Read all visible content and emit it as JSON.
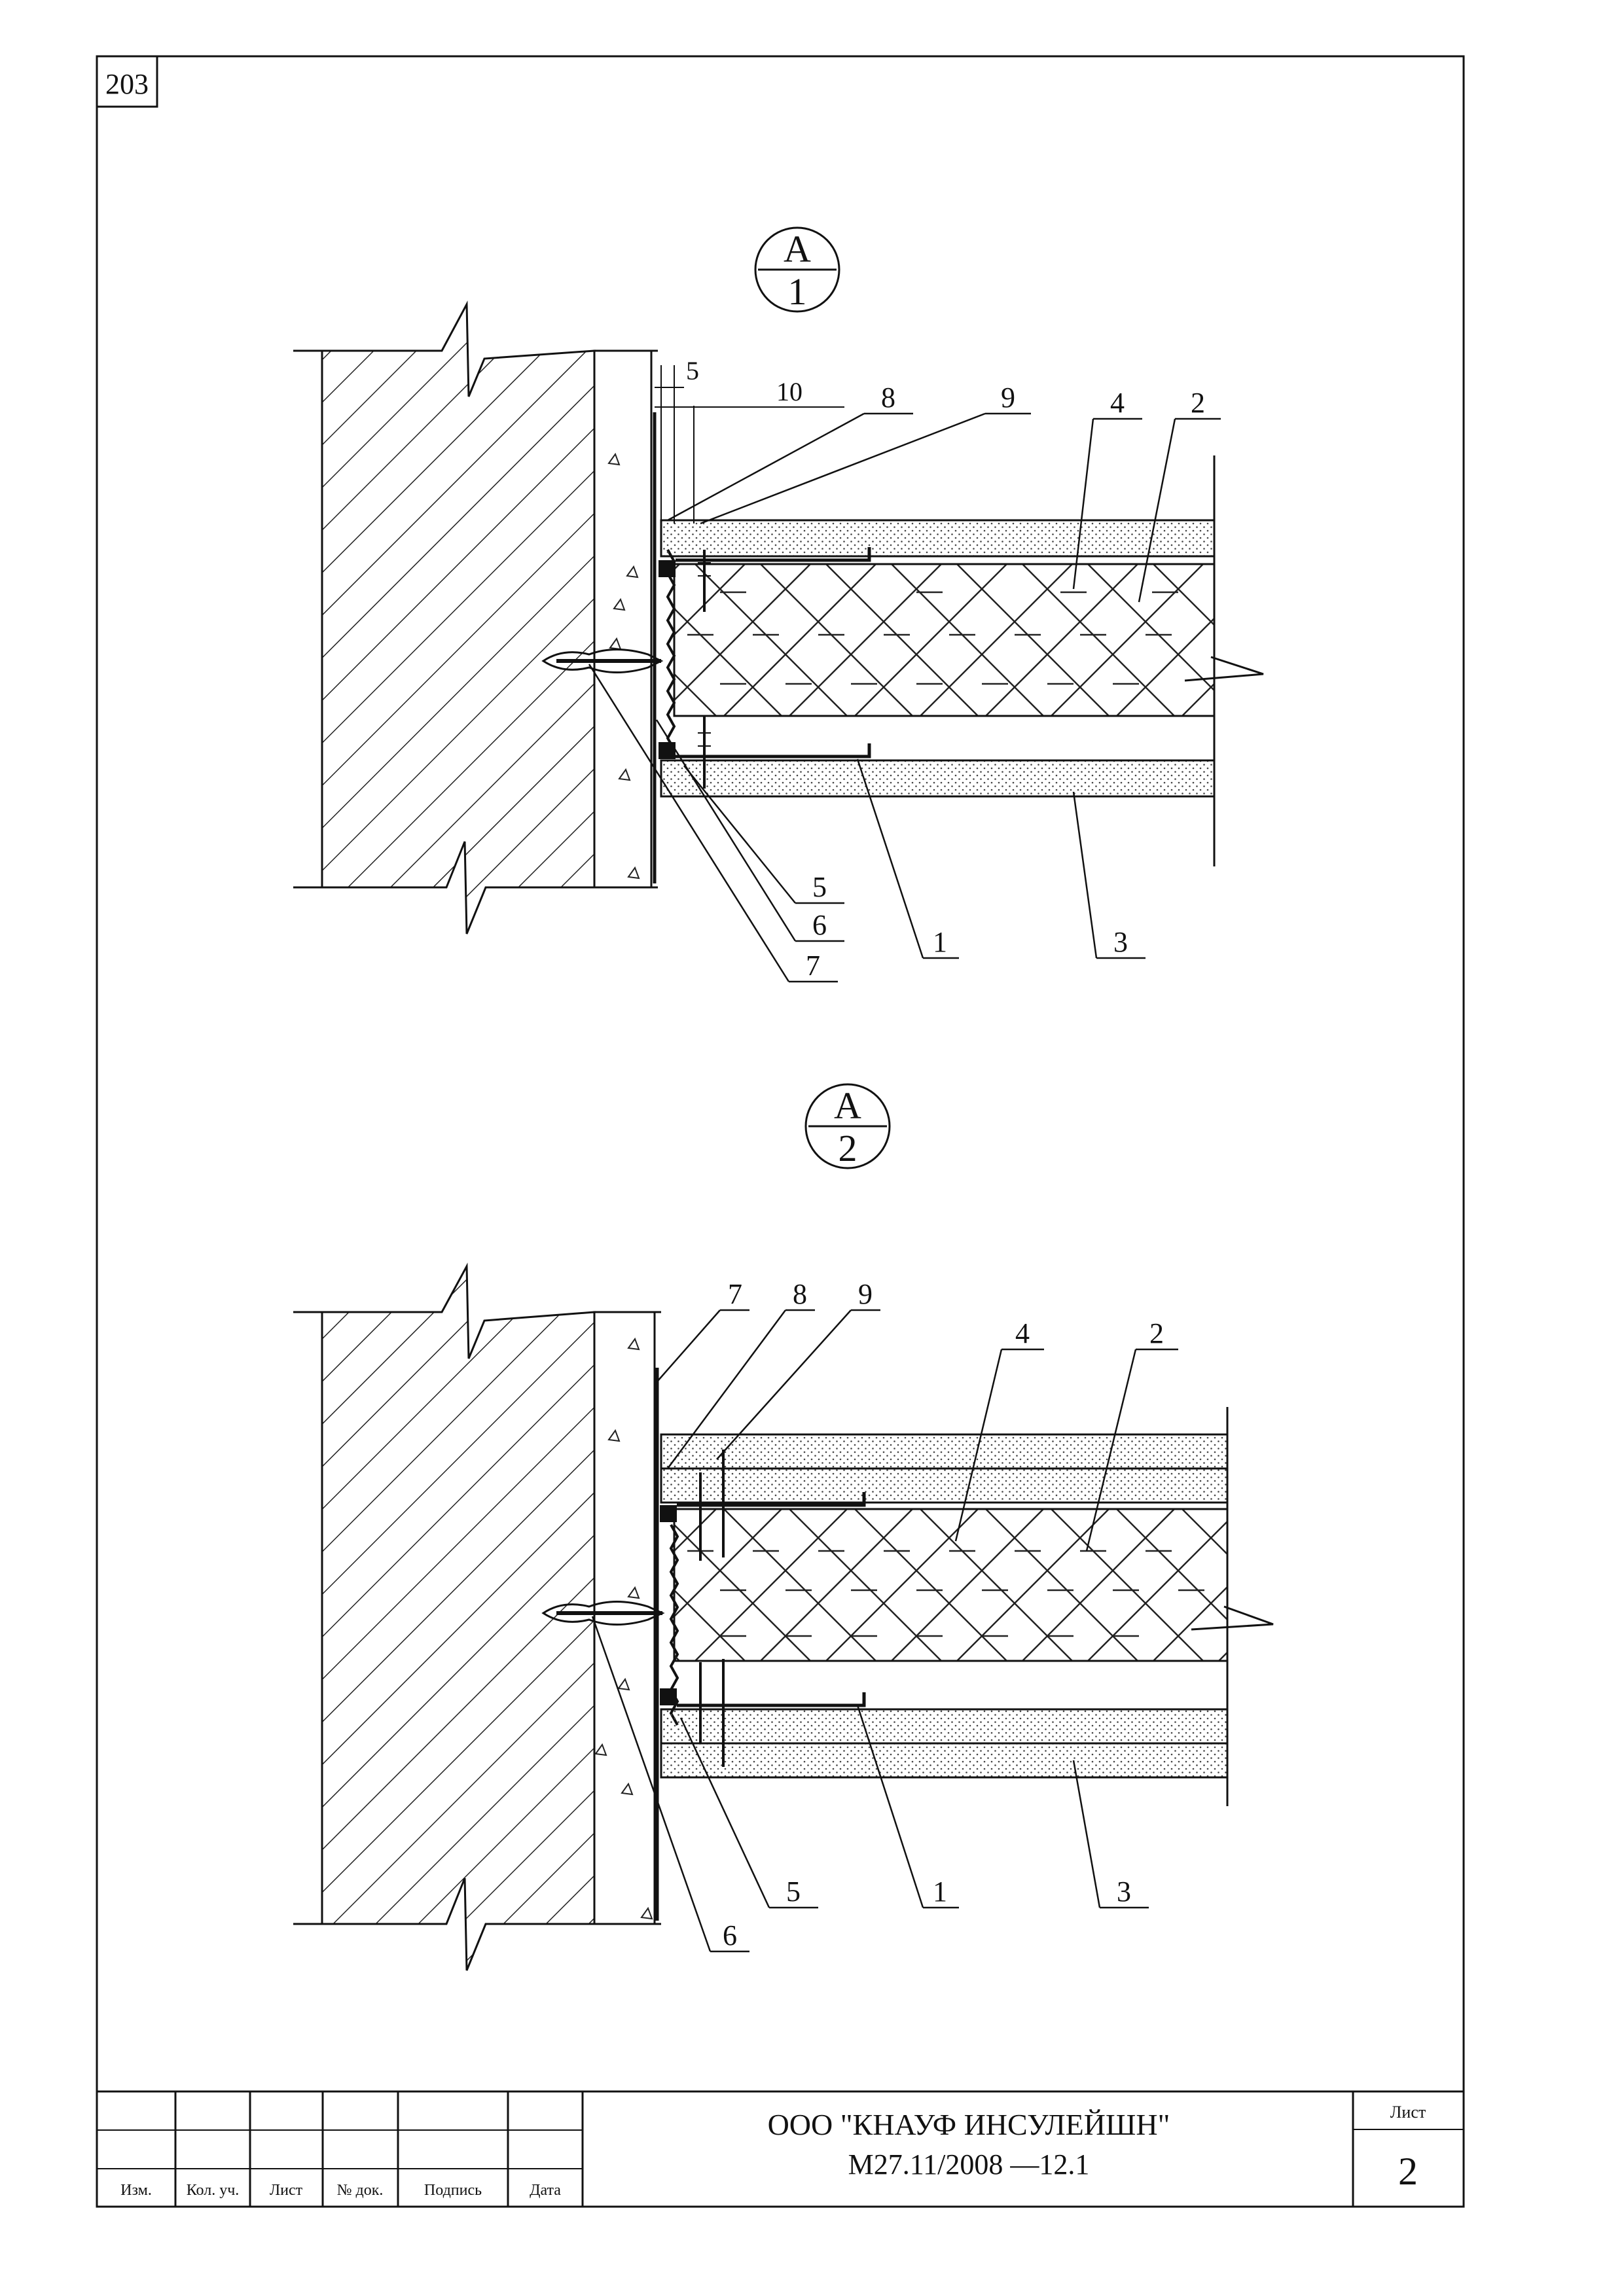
{
  "sheet_number_corner": "203",
  "detail_1": {
    "marker_letter": "A",
    "marker_number": "1",
    "dimension_labels": [
      "5",
      "10"
    ],
    "callouts": [
      "8",
      "9",
      "4",
      "2",
      "5",
      "6",
      "7",
      "1",
      "3"
    ]
  },
  "detail_2": {
    "marker_letter": "A",
    "marker_number": "2",
    "callouts": [
      "7",
      "8",
      "9",
      "4",
      "2",
      "6",
      "5",
      "1",
      "3"
    ]
  },
  "title_block": {
    "headers": {
      "izm": "Изм.",
      "kol_uch": "Кол. уч.",
      "list": "Лист",
      "doc_no": "№ док.",
      "signature": "Подпись",
      "date": "Дата"
    },
    "company": "ООО \"КНАУФ ИНСУЛЕЙШН\"",
    "document_code": "М27.11/2008 —12.1",
    "sheet_label": "Лист",
    "sheet_value": "2"
  }
}
